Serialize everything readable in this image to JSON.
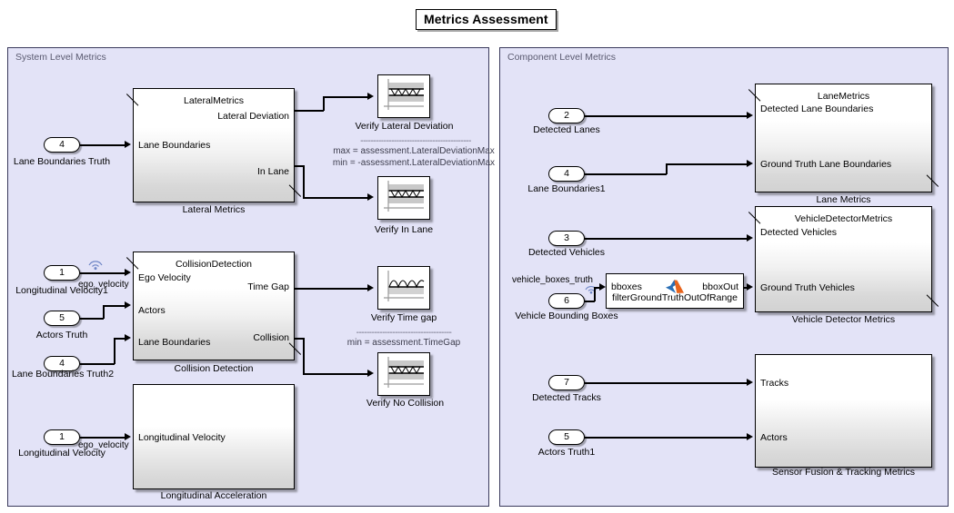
{
  "title": "Metrics Assessment",
  "panels": {
    "system": {
      "title": "System Level Metrics"
    },
    "component": {
      "title": "Component Level Metrics"
    }
  },
  "system_level": {
    "lateral": {
      "block_name": "LateralMetrics",
      "caption": "Lateral Metrics",
      "inputs": [
        "Lane Boundaries"
      ],
      "outputs": [
        "Lateral Deviation",
        "In Lane"
      ],
      "inports": [
        {
          "number": "4",
          "label": "Lane Boundaries Truth"
        }
      ],
      "scopes": [
        {
          "name": "Verify Lateral Deviation",
          "icon": "band-zigzag-icon"
        },
        {
          "name": "Verify In Lane",
          "icon": "band-zigzag-icon"
        }
      ],
      "annotation": {
        "divider": "-------------------------------------------",
        "lines": [
          "max = assessment.LateralDeviationMax",
          "min = -assessment.LateralDeviationMax"
        ]
      }
    },
    "collision": {
      "block_name": "CollisionDetection",
      "caption": "Collision Detection",
      "inputs": [
        "Ego Velocity",
        "Actors",
        "Lane Boundaries"
      ],
      "outputs": [
        "Time Gap",
        "Collision"
      ],
      "inports": [
        {
          "number": "1",
          "label": "Longitudinal Velocity1",
          "signal": "ego_velocity",
          "icon": "wireless-goto-icon"
        },
        {
          "number": "5",
          "label": "Actors Truth"
        },
        {
          "number": "4",
          "label": "Lane Boundaries Truth2"
        }
      ],
      "scopes": [
        {
          "name": "Verify Time gap",
          "icon": "sine-min-band-icon"
        },
        {
          "name": "Verify No Collision",
          "icon": "band-zigzag-icon"
        }
      ],
      "annotation": {
        "divider": "-------------------------------------",
        "lines": [
          "min = assessment.TimeGap"
        ]
      }
    },
    "longitudinal": {
      "caption": "Longitudinal Acceleration",
      "inputs": [
        "Longitudinal Velocity"
      ],
      "inports": [
        {
          "number": "1",
          "label": "Longitudinal Velocity",
          "signal": "ego_velocity"
        }
      ]
    }
  },
  "component_level": {
    "lane_metrics": {
      "block_name": "LaneMetrics",
      "caption": "Lane Metrics",
      "inputs": [
        "Detected Lane Boundaries",
        "Ground Truth Lane Boundaries"
      ],
      "inports": [
        {
          "number": "2",
          "label": "Detected Lanes"
        },
        {
          "number": "4",
          "label": "Lane Boundaries1"
        }
      ]
    },
    "vehicle_detector": {
      "block_name": "VehicleDetectorMetrics",
      "caption": "Vehicle Detector Metrics",
      "inputs": [
        "Detected Vehicles",
        "Ground Truth Vehicles"
      ],
      "inports": [
        {
          "number": "3",
          "label": "Detected Vehicles"
        },
        {
          "number": "6",
          "label": "Vehicle Bounding Boxes",
          "signal": "vehicle_boxes_truth",
          "icon": "wireless-goto-icon"
        }
      ],
      "matlab_function": {
        "name": "filterGroundTruthOutOfRange",
        "input": "bboxes",
        "output": "bboxOut",
        "icon": "matlab-logo-icon"
      }
    },
    "sensor_fusion": {
      "caption": "Sensor Fusion & Tracking Metrics",
      "inputs": [
        "Tracks",
        "Actors"
      ],
      "inports": [
        {
          "number": "7",
          "label": "Detected Tracks"
        },
        {
          "number": "5",
          "label": "Actors Truth1"
        }
      ]
    }
  },
  "colors": {
    "panel_bg": "#e3e3f7",
    "panel_border": "#3a3a5c",
    "panel_title": "#5a5a70",
    "annotation": "#3d3d4d",
    "wire": "#000000",
    "matlab_orange": "#e8641c",
    "matlab_blue": "#1f6fb4"
  }
}
